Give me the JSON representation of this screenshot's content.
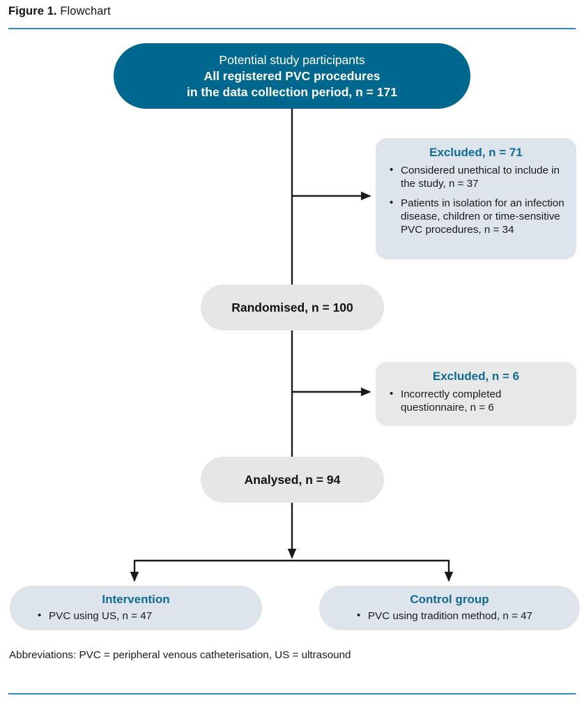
{
  "figure": {
    "label": "Figure 1.",
    "title": "Flowchart",
    "accent_color": "#2e8bc0",
    "header_rule": true,
    "footer_rule": true
  },
  "colors": {
    "primary_teal": "#00678e",
    "heading_blue": "#106a92",
    "box_blue_grey": "#dde4ec",
    "box_grey": "#e5e6e7",
    "box_grey_light": "#e8e8e8",
    "connector": "#1a1a1a",
    "text": "#1a1a1a"
  },
  "chart_data": {
    "type": "diagram",
    "title": "Flowchart",
    "subtype": "CONSORT participant flow diagram",
    "nodes": [
      {
        "id": "potential",
        "kind": "enrollment",
        "lines": [
          "Potential study participants",
          "All registered PVC procedures",
          "in the data collection period, n = 171"
        ],
        "n": 171
      },
      {
        "id": "excluded-1",
        "kind": "exclusion",
        "title": "Excluded, n = 71",
        "n": 71,
        "bullets": [
          "Considered unethical to include in the study, n = 37",
          "Patients in isolation for an infection disease, children or time-sensitive PVC procedures, n = 34"
        ],
        "bullet_values": [
          37,
          34
        ]
      },
      {
        "id": "randomised",
        "kind": "allocation",
        "label": "Randomised, n = 100",
        "n": 100
      },
      {
        "id": "excluded-2",
        "kind": "exclusion",
        "title": "Excluded, n = 6",
        "n": 6,
        "bullets": [
          "Incorrectly completed questionnaire, n = 6"
        ],
        "bullet_values": [
          6
        ]
      },
      {
        "id": "analysed",
        "kind": "analysis",
        "label": "Analysed, n = 94",
        "n": 94
      },
      {
        "id": "intervention",
        "kind": "arm",
        "title": "Intervention",
        "bullets": [
          "PVC using US, n = 47"
        ],
        "n": 47
      },
      {
        "id": "control",
        "kind": "arm",
        "title": "Control group",
        "bullets": [
          "PVC using tradition method, n = 47"
        ],
        "n": 47
      }
    ],
    "edges": [
      {
        "from": "potential",
        "to": "excluded-1",
        "style": "branch-right"
      },
      {
        "from": "potential",
        "to": "randomised",
        "style": "straight-down"
      },
      {
        "from": "randomised",
        "to": "excluded-2",
        "style": "branch-right"
      },
      {
        "from": "randomised",
        "to": "analysed",
        "style": "straight-down"
      },
      {
        "from": "analysed",
        "to": "intervention",
        "style": "split-down-left"
      },
      {
        "from": "analysed",
        "to": "control",
        "style": "split-down-right"
      }
    ]
  },
  "nodes": {
    "potential": {
      "line_1": "Potential study participants",
      "line_2": "All registered PVC procedures",
      "line_3": "in the data collection period, n = 171"
    },
    "excluded_1": {
      "title": "Excluded, n = 71",
      "bullet_1": "Considered unethical to include in the study, n = 37",
      "bullet_2": "Patients in isolation for an infection disease, children or time-sensitive PVC procedures, n = 34"
    },
    "randomised": {
      "label": "Randomised, n = 100"
    },
    "excluded_2": {
      "title": "Excluded, n = 6",
      "bullet_1": "Incorrectly completed questionnaire, n = 6"
    },
    "analysed": {
      "label": "Analysed, n = 94"
    },
    "intervention": {
      "title": "Intervention",
      "bullet_1": "PVC using US, n = 47"
    },
    "control": {
      "title": "Control group",
      "bullet_1": "PVC using tradition method, n = 47"
    }
  },
  "footnote": {
    "abbreviations": "Abbreviations: PVC = peripheral venous catheterisation, US = ultrasound"
  }
}
